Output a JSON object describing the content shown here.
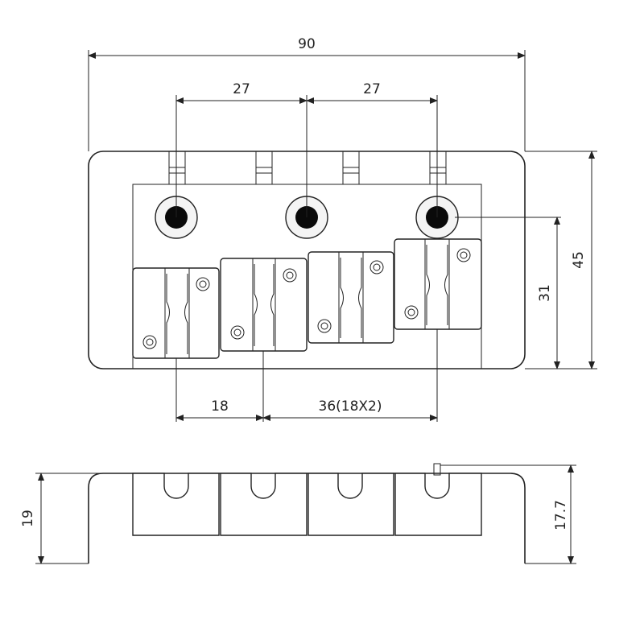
{
  "drawing": {
    "dimensions": {
      "overall_width": "90",
      "hole_spacing_left": "27",
      "hole_spacing_right": "27",
      "overall_height": "45",
      "hole_to_bottom": "31",
      "saddle_offset": "18",
      "saddle_spacing": "36(18X2)",
      "side_height": "19",
      "saddle_height": "17.7"
    }
  }
}
